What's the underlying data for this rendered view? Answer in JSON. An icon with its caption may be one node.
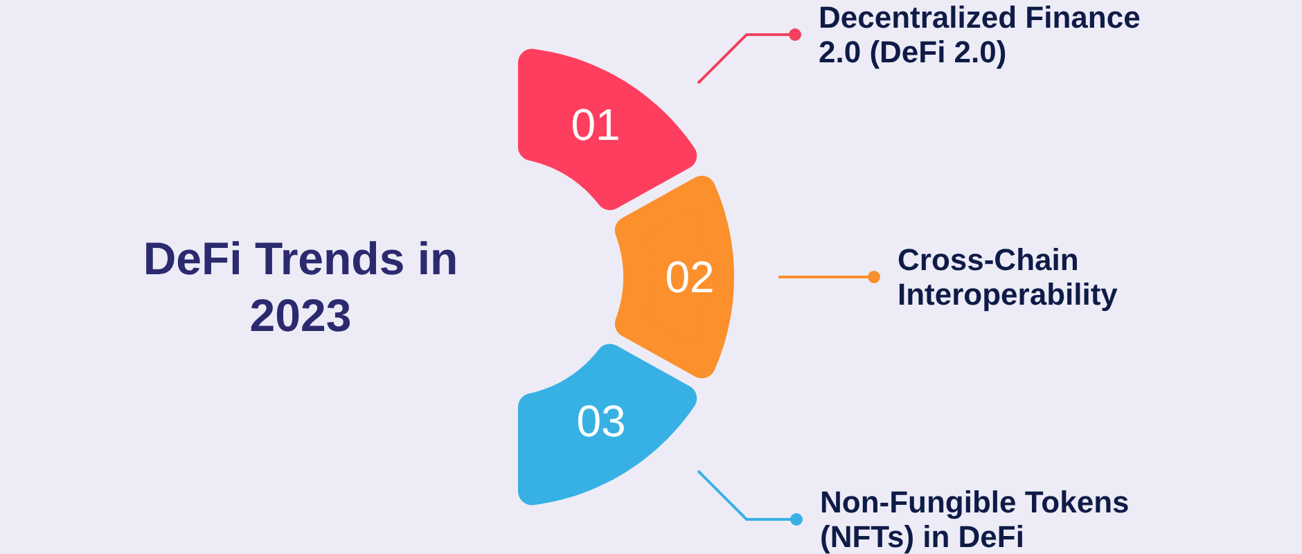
{
  "diagram": {
    "title": "DeFi Trends in 2023",
    "nodes": [
      {
        "text": [
          "01"
        ]
      },
      {
        "text": [
          "02"
        ]
      },
      {
        "text": [
          "03"
        ]
      },
      {
        "text": [
          "Decentralized Finance 2.0 (DeFi 2.0)"
        ]
      },
      {
        "text": [
          "Cross-Chain Interoperability"
        ]
      },
      {
        "text": [
          "Non-Fungible Tokens (NFTs) in DeFi"
        ]
      }
    ],
    "edges": [
      {
        "from": 0,
        "to": 3,
        "arrow": "other",
        "color": "#f2405f"
      },
      {
        "from": 1,
        "to": 4,
        "arrow": "other",
        "color": "#f7902e"
      },
      {
        "from": 2,
        "to": 5,
        "arrow": "other",
        "color": "#39b0e4"
      }
    ]
  }
}
